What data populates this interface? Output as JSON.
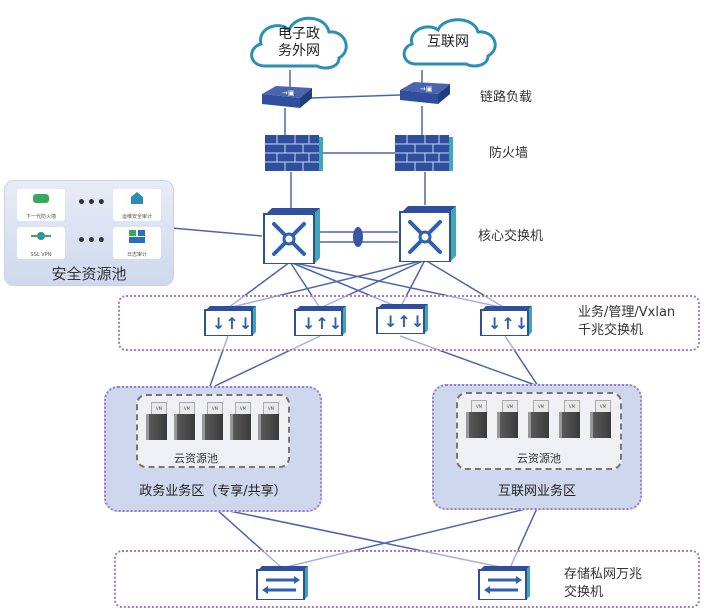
{
  "clouds": [
    {
      "label_line1": "电子政",
      "label_line2": "务外网"
    },
    {
      "label_line1": "互联网",
      "label_line2": ""
    }
  ],
  "layers": {
    "link_load": "链路负载",
    "firewall": "防火墙",
    "core_switch": "核心交换机",
    "access_switch_line1": "业务/管理/Vxlan",
    "access_switch_line2": "千兆交换机",
    "storage_switch_line1": "存储私网万兆",
    "storage_switch_line2": "交换机"
  },
  "security_pool": {
    "title": "安全资源池",
    "items": [
      "下一代防火墙",
      "运维安全审计",
      "SSL VPN",
      "日志审计"
    ],
    "ellipsis": "•••"
  },
  "zones": [
    {
      "name": "政务业务区（专享/共享）",
      "pool_label": "云资源池",
      "vm_label": "VM",
      "vm_count": 5
    },
    {
      "name": "互联网业务区",
      "pool_label": "云资源池",
      "vm_label": "VM",
      "vm_count": 5
    }
  ],
  "colors": {
    "device_blue": "#2f4f9e",
    "link_line": "#4a64b0",
    "zone_fill": "#cfd7ee",
    "band_border": "#a678c8"
  }
}
